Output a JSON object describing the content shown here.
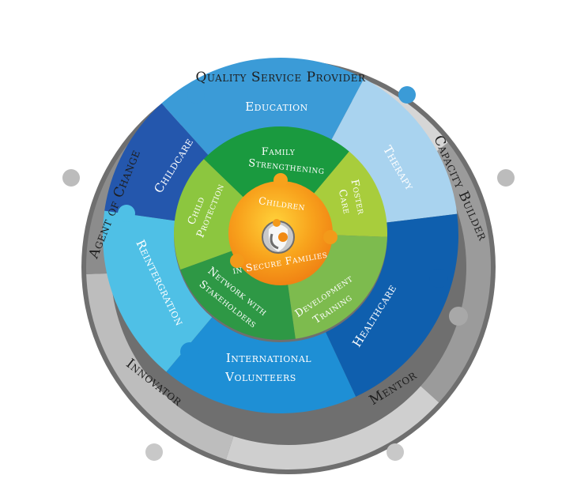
{
  "diagram": {
    "center": {
      "top_text": "Children",
      "bottom_text": "in Secure Families",
      "logo_icon": "family-logo-icon"
    },
    "outer_ring": {
      "segments": [
        {
          "label": "Quality Service Provider",
          "color": "#d6d6d6"
        },
        {
          "label": "Capacity Builder",
          "color": "#9b9b9b"
        },
        {
          "label": "Mentor",
          "color": "#cfcfcf"
        },
        {
          "label": "Innovator",
          "color": "#bdbdbd"
        },
        {
          "label": "Agent of Change",
          "color": "#8c8c8c"
        }
      ]
    },
    "middle_ring": {
      "segments": [
        {
          "label": "Education",
          "color": "#3b9bd7"
        },
        {
          "label": "Therapy",
          "color": "#a9d3ef"
        },
        {
          "label": "Healthcare",
          "color": "#0f5fae"
        },
        {
          "label": "International",
          "label2": "Volunteers",
          "color": "#1e8fd5"
        },
        {
          "label": "Reintergration",
          "color": "#4fc0e6"
        },
        {
          "label": "Childcare",
          "color": "#2457ad"
        }
      ]
    },
    "inner_ring": {
      "segments": [
        {
          "label": "Family",
          "label2": "Strengthening",
          "color": "#1a9a3f"
        },
        {
          "label": "Foster",
          "label2": "Care",
          "color": "#a8cd3c"
        },
        {
          "label": "Development",
          "label2": "Training",
          "color": "#7dbb4e"
        },
        {
          "label": "Network with",
          "label2": "Stakeholders",
          "color": "#2e9845"
        },
        {
          "label": "Child",
          "label2": "Protection",
          "color": "#8cc63f"
        }
      ]
    }
  }
}
